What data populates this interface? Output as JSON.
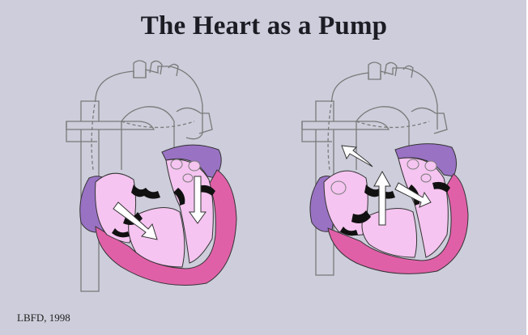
{
  "slide": {
    "title": "The Heart as a Pump",
    "credit": "LBFD, 1998"
  },
  "colors": {
    "background": "#cdcddb",
    "chamber_light": "#f5c4f0",
    "atrium_purple": "#9a72c4",
    "ventricle_wall": "#e060a8",
    "outline_gray": "#7a7a7a",
    "valve_black": "#111111",
    "arrow_white": "#ffffff"
  },
  "diagrams": [
    {
      "name": "heart-diastole",
      "phase": "filling"
    },
    {
      "name": "heart-systole",
      "phase": "ejection"
    }
  ]
}
